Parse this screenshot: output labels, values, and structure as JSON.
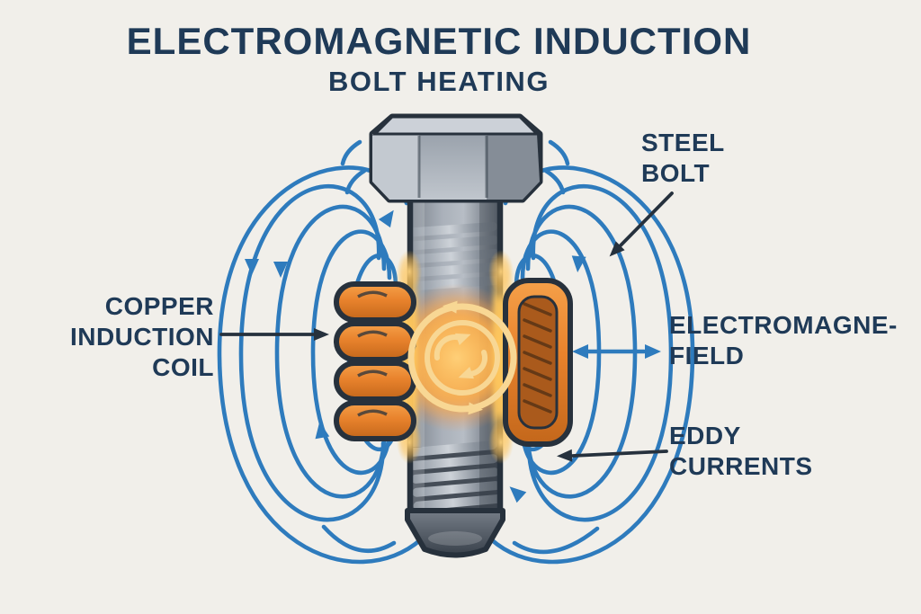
{
  "title": "ELECTROMAGNETIC INDUCTION",
  "subtitle": "BOLT HEATING",
  "labels": {
    "steel_bolt": {
      "line1": "STEEL",
      "line2": "BOLT"
    },
    "copper_coil": {
      "line1": "COPPER",
      "line2": "INDUCTION",
      "line3": "COIL"
    },
    "em_field": {
      "line1": "ELECTROMAGNE-",
      "line2": "FIELD"
    },
    "eddy_currents": {
      "line1": "EDDY",
      "line2": "CURRENTS"
    }
  },
  "colors": {
    "background": "#f1efea",
    "ink": "#1f3a57",
    "arrow_ink": "#26313d",
    "field_line_blue": "#2e7bbd",
    "outline_dark": "#27313c",
    "coil_orange": "#e8822c",
    "coil_orange_dark": "#aa5a1c",
    "glow_orange": "#f7943f",
    "eddy_cream": "#f8d794",
    "bolt_gray": "#9aa2ac",
    "bolt_gray_dark": "#4a525c",
    "bolt_gray_light": "#ccd1d8"
  }
}
